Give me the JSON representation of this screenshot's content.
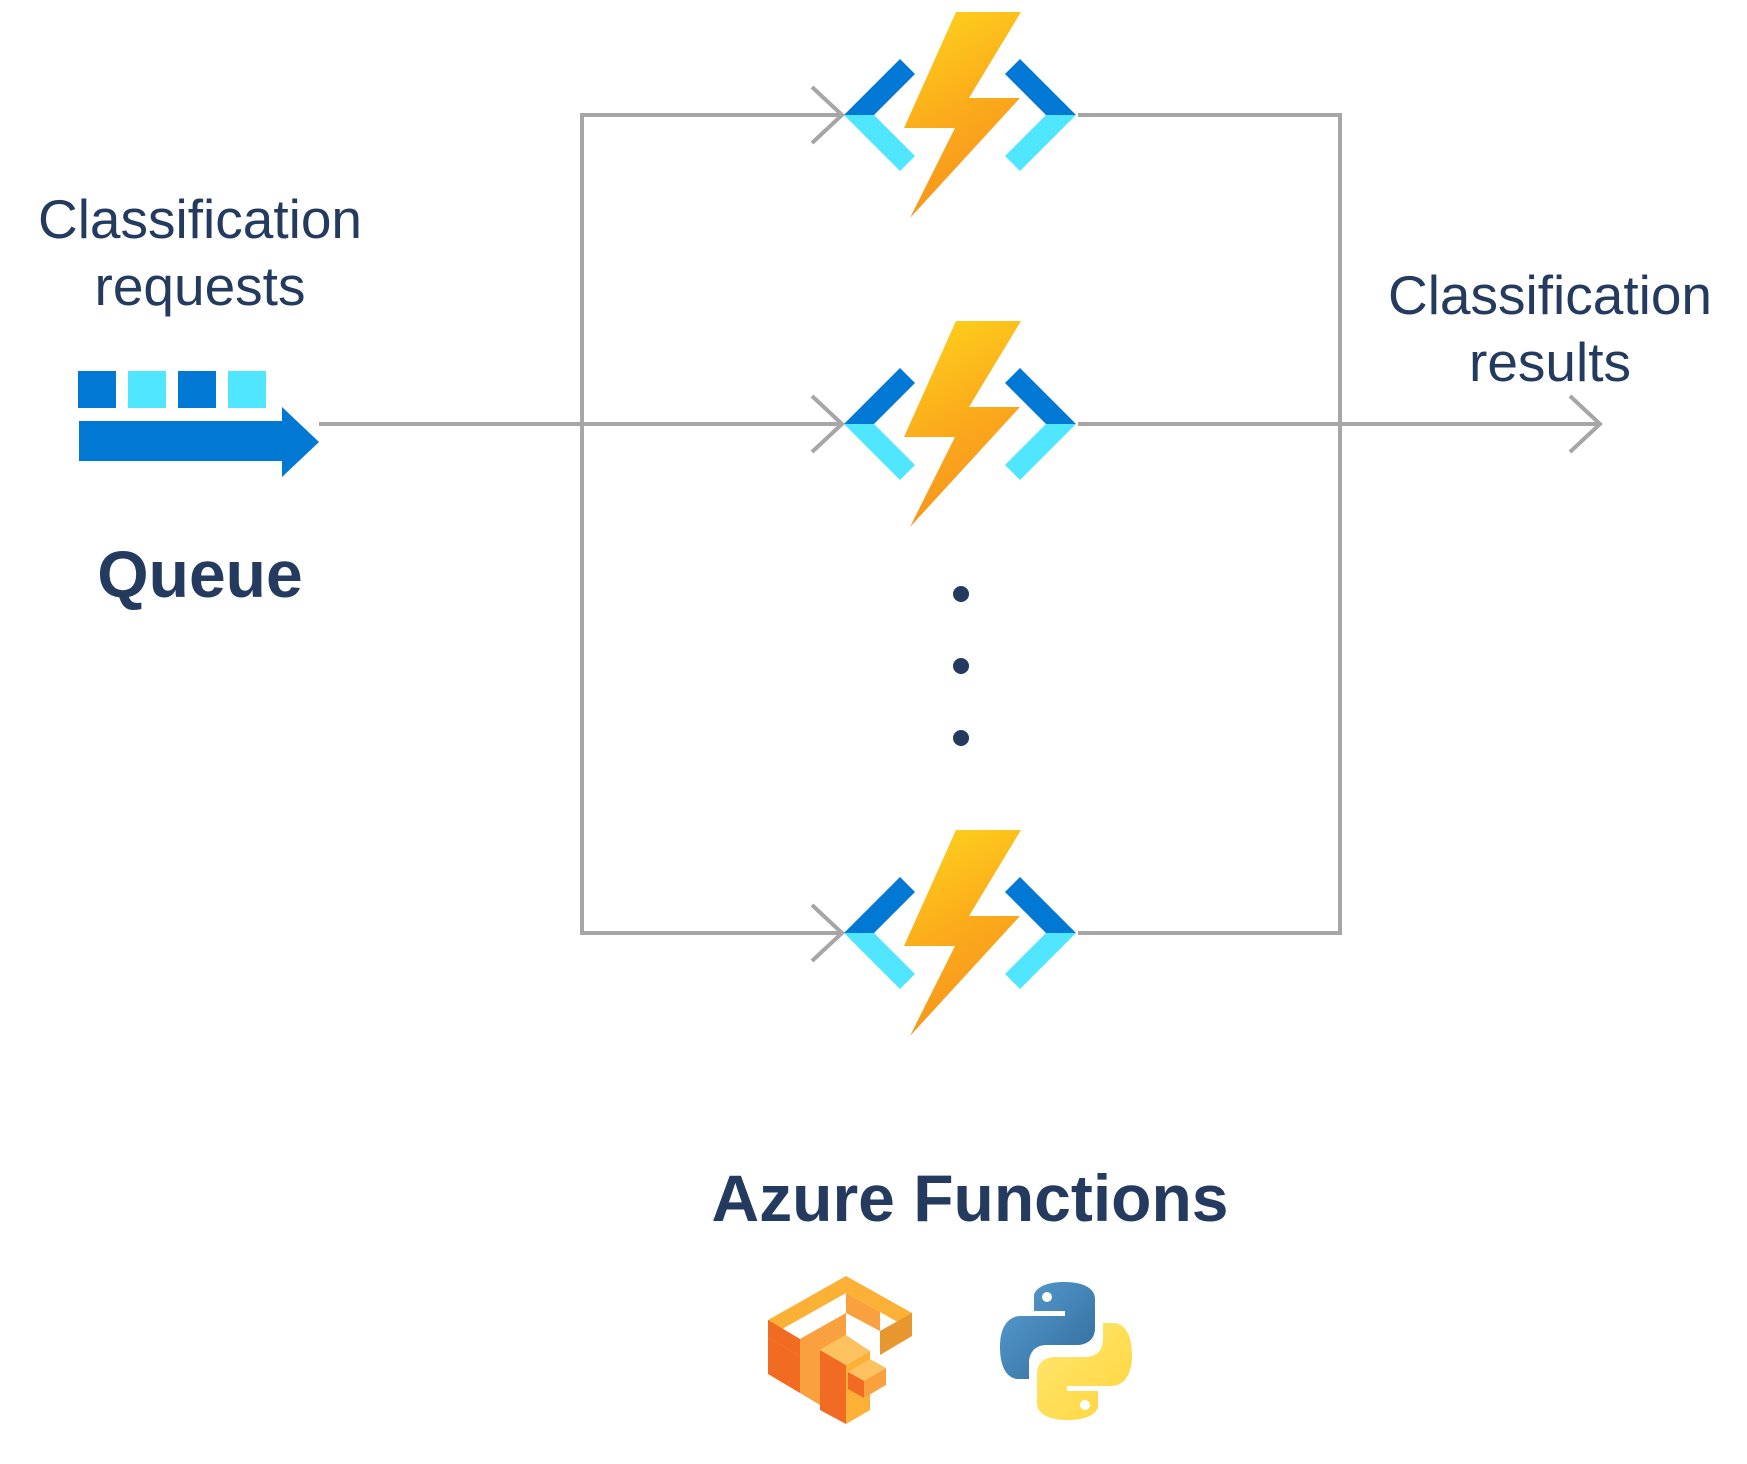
{
  "labels": {
    "requests_line1": "Classification",
    "requests_line2": "requests",
    "queue": "Queue",
    "results_line1": "Classification",
    "results_line2": "results",
    "functions": "Azure Functions"
  },
  "icons": {
    "queue": "queue-icon",
    "function": "azure-function-icon",
    "tensorflow": "tensorflow-logo",
    "python": "python-logo"
  },
  "colors": {
    "text": "#243a5e",
    "connector": "#a6a6a6",
    "queue_dark": "#0078d4",
    "queue_light": "#50e6ff",
    "bolt_top": "#fed51c",
    "bolt_bottom": "#f7941d",
    "tf_orange": "#f26b22",
    "tf_yellow": "#fbb036",
    "python_blue": "#3b77a8",
    "python_yellow": "#ffd845"
  }
}
